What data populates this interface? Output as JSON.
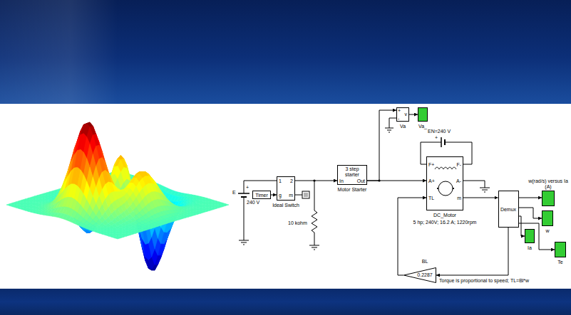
{
  "diagram": {
    "nodes": [
      {
        "text": [
          "Timer"
        ]
      },
      {
        "text": [
          "1",
          "2",
          "g",
          "m",
          "Ideal Switch"
        ]
      },
      {
        "text": [
          "3 step starter",
          "In",
          "Out",
          "Motor Starter"
        ]
      },
      {
        "text": [
          "+",
          "-",
          "v",
          "Va"
        ]
      },
      {
        "text": [
          "Va_"
        ]
      },
      {
        "text": [
          "F+",
          "F-",
          "A+",
          "A-",
          "TL",
          "m",
          "DC_Motor",
          "5 hp; 240V; 16.2 A; 1220rpm"
        ]
      },
      {
        "text": [
          "Demux"
        ]
      },
      {
        "text": [
          "w(rad/s) versus Ia (A)"
        ]
      },
      {
        "text": [
          "w"
        ]
      },
      {
        "text": [
          "Ia"
        ]
      },
      {
        "text": [
          "Te"
        ]
      },
      {
        "text": [
          "0.2287",
          "BL"
        ]
      }
    ],
    "edges": [
      {
        "from": 0,
        "to": 1,
        "arrow": "to"
      },
      {
        "from": 1,
        "to": 2,
        "arrow": "to"
      },
      {
        "from": 2,
        "to": 3,
        "arrow": "to"
      },
      {
        "from": 2,
        "to": 5,
        "arrow": "to"
      },
      {
        "from": 3,
        "to": 4,
        "arrow": "to"
      },
      {
        "from": 5,
        "to": 6,
        "arrow": "to"
      },
      {
        "from": 6,
        "to": 7,
        "arrow": "to"
      },
      {
        "from": 6,
        "to": 8,
        "arrow": "to"
      },
      {
        "from": 6,
        "to": 9,
        "arrow": "to"
      },
      {
        "from": 6,
        "to": 10,
        "arrow": "to"
      },
      {
        "from": 6,
        "to": 11,
        "arrow": "to"
      },
      {
        "from": 11,
        "to": 5,
        "arrow": "to"
      }
    ],
    "labels": [
      "E",
      "240 V",
      "+",
      "10 kohm",
      "EN=240 V",
      "+",
      "Torque is proportional to speed; TL=Bl*w"
    ]
  }
}
